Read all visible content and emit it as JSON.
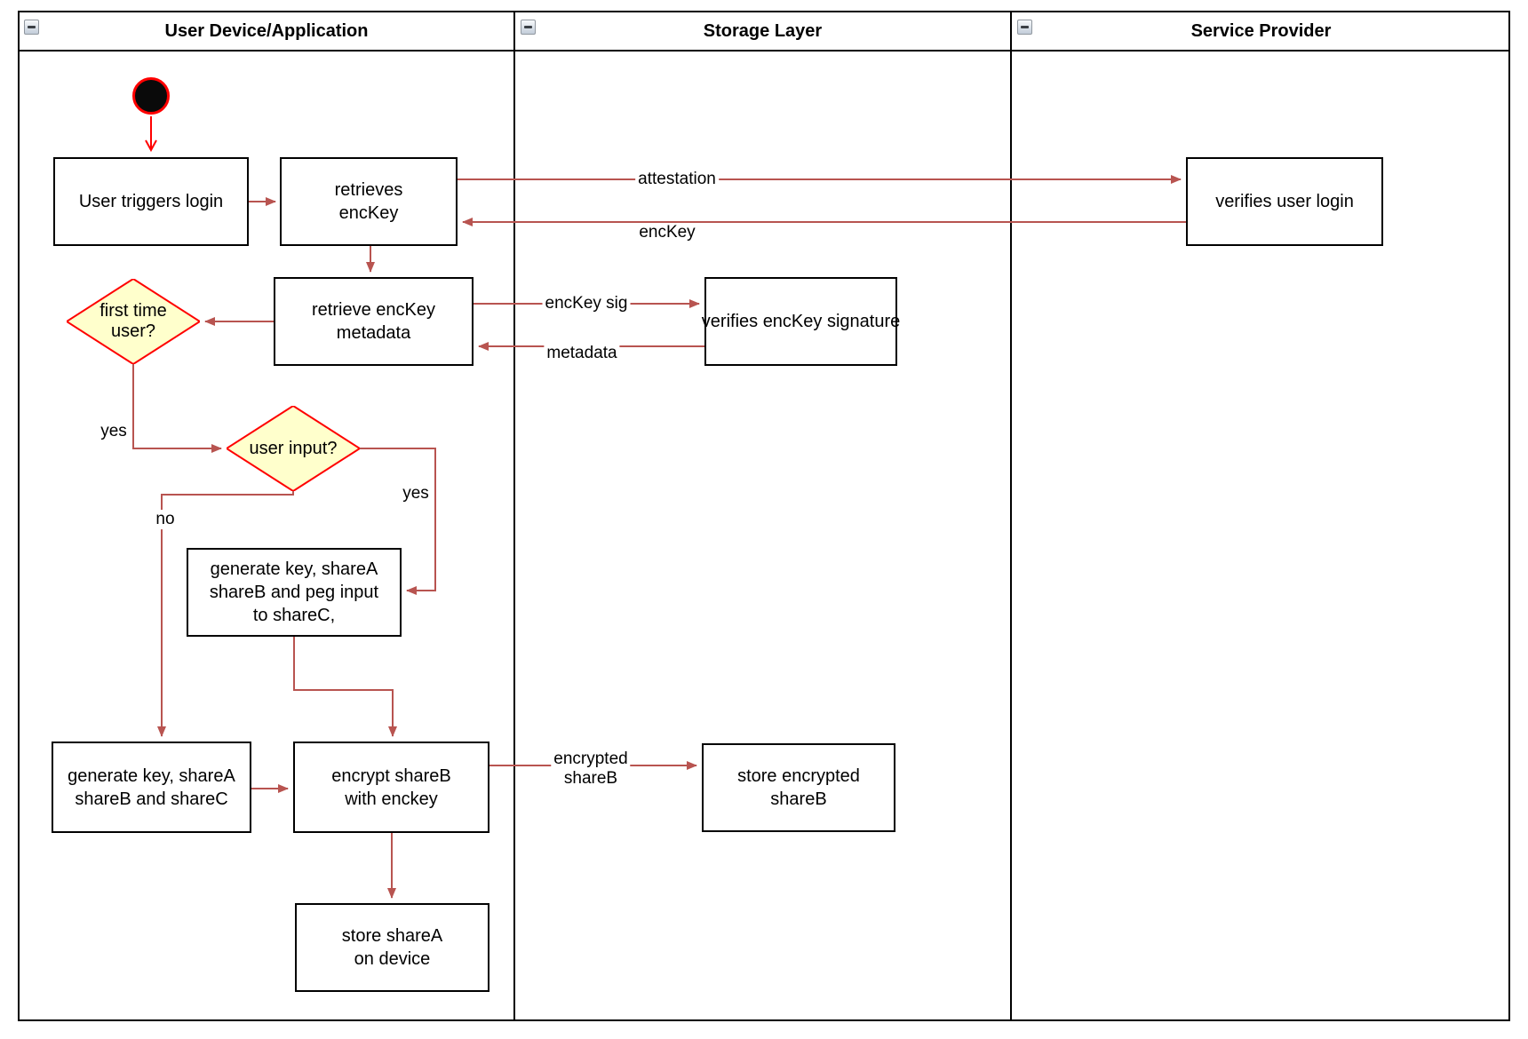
{
  "lanes": [
    {
      "title": "User Device/Application"
    },
    {
      "title": "Storage Layer"
    },
    {
      "title": "Service Provider"
    }
  ],
  "nodes": {
    "user_triggers_login": {
      "label": "User triggers login"
    },
    "retrieves_enckey": {
      "label": "retrieves\nencKey"
    },
    "verifies_user_login": {
      "label": "verifies user login"
    },
    "retrieve_enckey_metadata": {
      "label": "retrieve encKey\nmetadata"
    },
    "verifies_enckey_signature": {
      "label": "verifies encKey signature"
    },
    "first_time_user": {
      "label": "first time\nuser?"
    },
    "user_input": {
      "label": "user input?"
    },
    "generate_key_peg_input": {
      "label": "generate key, shareA\nshareB and peg input\nto shareC,"
    },
    "generate_key_sharec": {
      "label": "generate key, shareA\nshareB and shareC"
    },
    "encrypt_shareb": {
      "label": "encrypt shareB\nwith enckey"
    },
    "store_encrypted_shareb": {
      "label": "store encrypted\nshareB"
    },
    "store_sharea": {
      "label": "store shareA\non device"
    }
  },
  "edges": {
    "attestation": {
      "label": "attestation"
    },
    "enckey": {
      "label": "encKey"
    },
    "enckey_sig": {
      "label": "encKey sig"
    },
    "metadata": {
      "label": "metadata"
    },
    "first_time_yes": {
      "label": "yes"
    },
    "user_input_yes": {
      "label": "yes"
    },
    "user_input_no": {
      "label": "no"
    },
    "encrypted_shareb": {
      "label": "encrypted\nshareB"
    }
  },
  "colors": {
    "edge": "#B85450",
    "accent_red": "#FF0000",
    "decision_fill": "#FFFFCC",
    "node_fill": "#FFFFFF",
    "border": "#000000"
  }
}
